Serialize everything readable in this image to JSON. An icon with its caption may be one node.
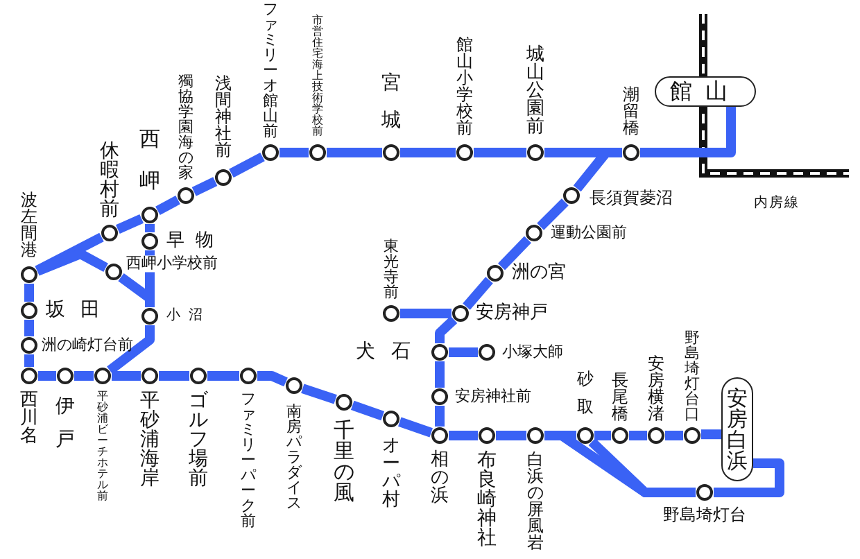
{
  "diagram": {
    "nodes": [
      {
        "text": [
          "館山"
        ]
      },
      {
        "text": [],
        "shape": "circle",
        "beside": [
          "波左間港"
        ]
      },
      {
        "text": [],
        "shape": "circle",
        "beside": [
          "休暇村前"
        ]
      },
      {
        "text": [],
        "shape": "circle",
        "beside": [
          "西岬"
        ]
      },
      {
        "text": [],
        "shape": "circle",
        "beside": [
          "獨協学園海の家"
        ]
      },
      {
        "text": [],
        "shape": "circle",
        "beside": [
          "浅間神社前"
        ]
      },
      {
        "text": [],
        "shape": "circle",
        "beside": [
          "ファミリーオ館山前"
        ]
      },
      {
        "text": [],
        "shape": "circle",
        "beside": [
          "市営住宅海上技術学校前"
        ]
      },
      {
        "text": [],
        "shape": "circle",
        "beside": [
          "宮城"
        ]
      },
      {
        "text": [],
        "shape": "circle",
        "beside": [
          "館山小学校前"
        ]
      },
      {
        "text": [],
        "shape": "circle",
        "beside": [
          "城山公園前"
        ]
      },
      {
        "text": [],
        "shape": "circle",
        "beside": [
          "潮留橋"
        ]
      },
      {
        "text": [],
        "shape": "circle",
        "beside": [
          "早物"
        ]
      },
      {
        "text": [],
        "shape": "circle",
        "beside": [
          "西岬小学校前"
        ]
      },
      {
        "text": [],
        "shape": "circle",
        "beside": [
          "長須賀菱沼"
        ]
      },
      {
        "text": [],
        "shape": "circle",
        "beside": [
          "運動公園前"
        ]
      },
      {
        "text": [],
        "shape": "circle",
        "beside": [
          "洲の宮"
        ]
      },
      {
        "text": [],
        "shape": "circle",
        "beside": [
          "東光寺前"
        ]
      },
      {
        "text": [],
        "shape": "circle",
        "beside": [
          "安房神戸"
        ]
      },
      {
        "text": [],
        "shape": "circle",
        "beside": [
          "坂田"
        ]
      },
      {
        "text": [],
        "shape": "circle",
        "beside": [
          "小沼"
        ]
      },
      {
        "text": [],
        "shape": "circle",
        "beside": [
          "洲の崎灯台前"
        ]
      },
      {
        "text": [],
        "shape": "circle",
        "beside": [
          "犬石"
        ]
      },
      {
        "text": [],
        "shape": "circle",
        "beside": [
          "小塚大師"
        ]
      },
      {
        "text": [],
        "shape": "circle",
        "beside": [
          "西川名"
        ]
      },
      {
        "text": [],
        "shape": "circle",
        "beside": [
          "伊戸"
        ]
      },
      {
        "text": [],
        "shape": "circle",
        "beside": [
          "平砂浦ビーチホテル前"
        ]
      },
      {
        "text": [],
        "shape": "circle",
        "beside": [
          "平砂浦海岸"
        ]
      },
      {
        "text": [],
        "shape": "circle",
        "beside": [
          "ゴルフ場前"
        ]
      },
      {
        "text": [],
        "shape": "circle",
        "beside": [
          "ファミリーパーク前"
        ]
      },
      {
        "text": [],
        "shape": "circle",
        "beside": [
          "南房パラダイス"
        ]
      },
      {
        "text": [],
        "shape": "circle",
        "beside": [
          "千里の風"
        ]
      },
      {
        "text": [],
        "shape": "circle",
        "beside": [
          "オーパ村"
        ]
      },
      {
        "text": [],
        "shape": "circle",
        "beside": [
          "安房神社前"
        ]
      },
      {
        "text": [],
        "shape": "circle",
        "beside": [
          "相の浜"
        ]
      },
      {
        "text": [],
        "shape": "circle",
        "beside": [
          "布良崎神社"
        ]
      },
      {
        "text": [],
        "shape": "circle",
        "beside": [
          "白浜の屏風岩"
        ]
      },
      {
        "text": [],
        "shape": "circle",
        "beside": [
          "砂取"
        ]
      },
      {
        "text": [],
        "shape": "circle",
        "beside": [
          "長尾橋"
        ]
      },
      {
        "text": [],
        "shape": "circle",
        "beside": [
          "安房横渚"
        ]
      },
      {
        "text": [],
        "shape": "circle",
        "beside": [
          "野島埼灯台口"
        ]
      },
      {
        "text": [
          "安房白浜"
        ]
      },
      {
        "text": [],
        "shape": "circle",
        "beside": [
          "野島埼灯台"
        ]
      }
    ],
    "edges": [
      {
        "from": 1,
        "to": 2,
        "arrow": "none"
      },
      {
        "from": 2,
        "to": 3,
        "arrow": "none"
      },
      {
        "from": 3,
        "to": 4,
        "arrow": "none"
      },
      {
        "from": 4,
        "to": 5,
        "arrow": "none"
      },
      {
        "from": 5,
        "to": 6,
        "arrow": "none"
      },
      {
        "from": 6,
        "to": 7,
        "arrow": "none"
      },
      {
        "from": 7,
        "to": 8,
        "arrow": "none"
      },
      {
        "from": 8,
        "to": 9,
        "arrow": "none"
      },
      {
        "from": 9,
        "to": 10,
        "arrow": "none"
      },
      {
        "from": 10,
        "to": 11,
        "arrow": "none"
      },
      {
        "from": 11,
        "to": 0,
        "arrow": "none"
      },
      {
        "from": 3,
        "to": 12,
        "arrow": "none"
      },
      {
        "from": 12,
        "to": 20,
        "arrow": "none"
      },
      {
        "from": 1,
        "to": 13,
        "arrow": "none"
      },
      {
        "from": 13,
        "to": 20,
        "arrow": "none"
      },
      {
        "from": 11,
        "to": 14,
        "arrow": "none"
      },
      {
        "from": 14,
        "to": 15,
        "arrow": "none"
      },
      {
        "from": 15,
        "to": 16,
        "arrow": "none"
      },
      {
        "from": 16,
        "to": 18,
        "arrow": "none"
      },
      {
        "from": 17,
        "to": 18,
        "arrow": "none"
      },
      {
        "from": 18,
        "to": 22,
        "arrow": "none"
      },
      {
        "from": 22,
        "to": 23,
        "arrow": "none"
      },
      {
        "from": 22,
        "to": 33,
        "arrow": "none"
      },
      {
        "from": 33,
        "to": 34,
        "arrow": "none"
      },
      {
        "from": 1,
        "to": 19,
        "arrow": "none"
      },
      {
        "from": 19,
        "to": 21,
        "arrow": "none"
      },
      {
        "from": 21,
        "to": 24,
        "arrow": "none"
      },
      {
        "from": 24,
        "to": 25,
        "arrow": "none"
      },
      {
        "from": 25,
        "to": 26,
        "arrow": "none"
      },
      {
        "from": 20,
        "to": 26,
        "arrow": "none"
      },
      {
        "from": 26,
        "to": 27,
        "arrow": "none"
      },
      {
        "from": 27,
        "to": 28,
        "arrow": "none"
      },
      {
        "from": 28,
        "to": 29,
        "arrow": "none"
      },
      {
        "from": 29,
        "to": 30,
        "arrow": "none"
      },
      {
        "from": 30,
        "to": 31,
        "arrow": "none"
      },
      {
        "from": 31,
        "to": 32,
        "arrow": "none"
      },
      {
        "from": 32,
        "to": 34,
        "arrow": "none"
      },
      {
        "from": 34,
        "to": 35,
        "arrow": "none"
      },
      {
        "from": 35,
        "to": 36,
        "arrow": "none"
      },
      {
        "from": 36,
        "to": 37,
        "arrow": "none"
      },
      {
        "from": 37,
        "to": 38,
        "arrow": "none"
      },
      {
        "from": 38,
        "to": 39,
        "arrow": "none"
      },
      {
        "from": 39,
        "to": 40,
        "arrow": "none"
      },
      {
        "from": 40,
        "to": 41,
        "arrow": "none"
      },
      {
        "from": 36,
        "to": 42,
        "arrow": "none"
      },
      {
        "from": 37,
        "to": 42,
        "arrow": "none"
      },
      {
        "from": 42,
        "to": 41,
        "arrow": "none"
      }
    ],
    "labels": [
      "内房線"
    ]
  }
}
